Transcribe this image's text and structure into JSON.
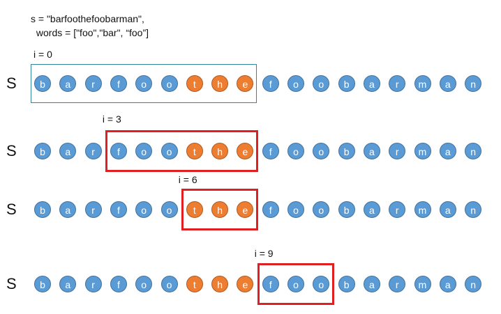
{
  "header": {
    "line1": "s = \"barfoothefoobarman\",",
    "line2": " words = [\"foo\",\"bar\", “foo”]"
  },
  "s_label": "S",
  "chars": [
    "b",
    "a",
    "r",
    "f",
    "o",
    "o",
    "t",
    "h",
    "e",
    "f",
    "o",
    "o",
    "b",
    "a",
    "r",
    "m",
    "a",
    "n"
  ],
  "highlight_indices": [
    6,
    7,
    8
  ],
  "colors": {
    "normal": "#5b9bd5",
    "highlight": "#ed7d31",
    "window_first": "#31859c",
    "window": "#e02020"
  },
  "rows": [
    {
      "i_label": "i = 0",
      "start": 0,
      "length": 9
    },
    {
      "i_label": "i = 3",
      "start": 3,
      "length": 6
    },
    {
      "i_label": "i = 6",
      "start": 6,
      "length": 3
    },
    {
      "i_label": "i = 9",
      "start": 9,
      "length": 3
    }
  ]
}
